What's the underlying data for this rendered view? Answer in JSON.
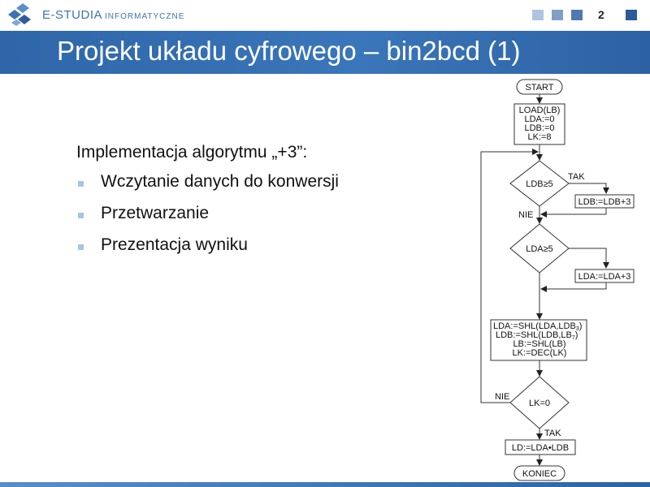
{
  "header": {
    "brand": "E-STUDIA",
    "brand_sub": "INFORMATYCZNE",
    "slide_number": "2",
    "square_colors": [
      "#aec4df",
      "#7f9fc6",
      "#4d7ab0",
      "#2a5a98"
    ]
  },
  "title": "Projekt układu cyfrowego – bin2bcd (1)",
  "content": {
    "intro": "Implementacja algorytmu „+3”:",
    "bullets": [
      "Wczytanie danych do konwersji",
      "Przetwarzanie",
      "Prezentacja wyniku"
    ]
  },
  "flowchart": {
    "start": "START",
    "init": [
      "LOAD(LB)",
      "LDA:=0",
      "LDB:=0",
      "LK:=8"
    ],
    "cond1": "LDB≥5",
    "action1": "LDB:=LDB+3",
    "cond2": "LDA≥5",
    "action2": "LDA:=LDA+3",
    "shift_lines": [
      "LDA:=SHL(LDA,LDB",
      "LDB:=SHL(LDB,LB",
      "LB:=SHL(LB)",
      "LK:=DEC(LK)"
    ],
    "shift_subs": [
      "3",
      "7"
    ],
    "cond3": "LK=0",
    "output": "LD:=LDA•LDB",
    "end": "KONIEC",
    "yes": "TAK",
    "no": "NIE"
  },
  "colors": {
    "title_band": "#3370b3",
    "bullet_mark": "#a9c3e3",
    "brand": "#3c74b2"
  }
}
